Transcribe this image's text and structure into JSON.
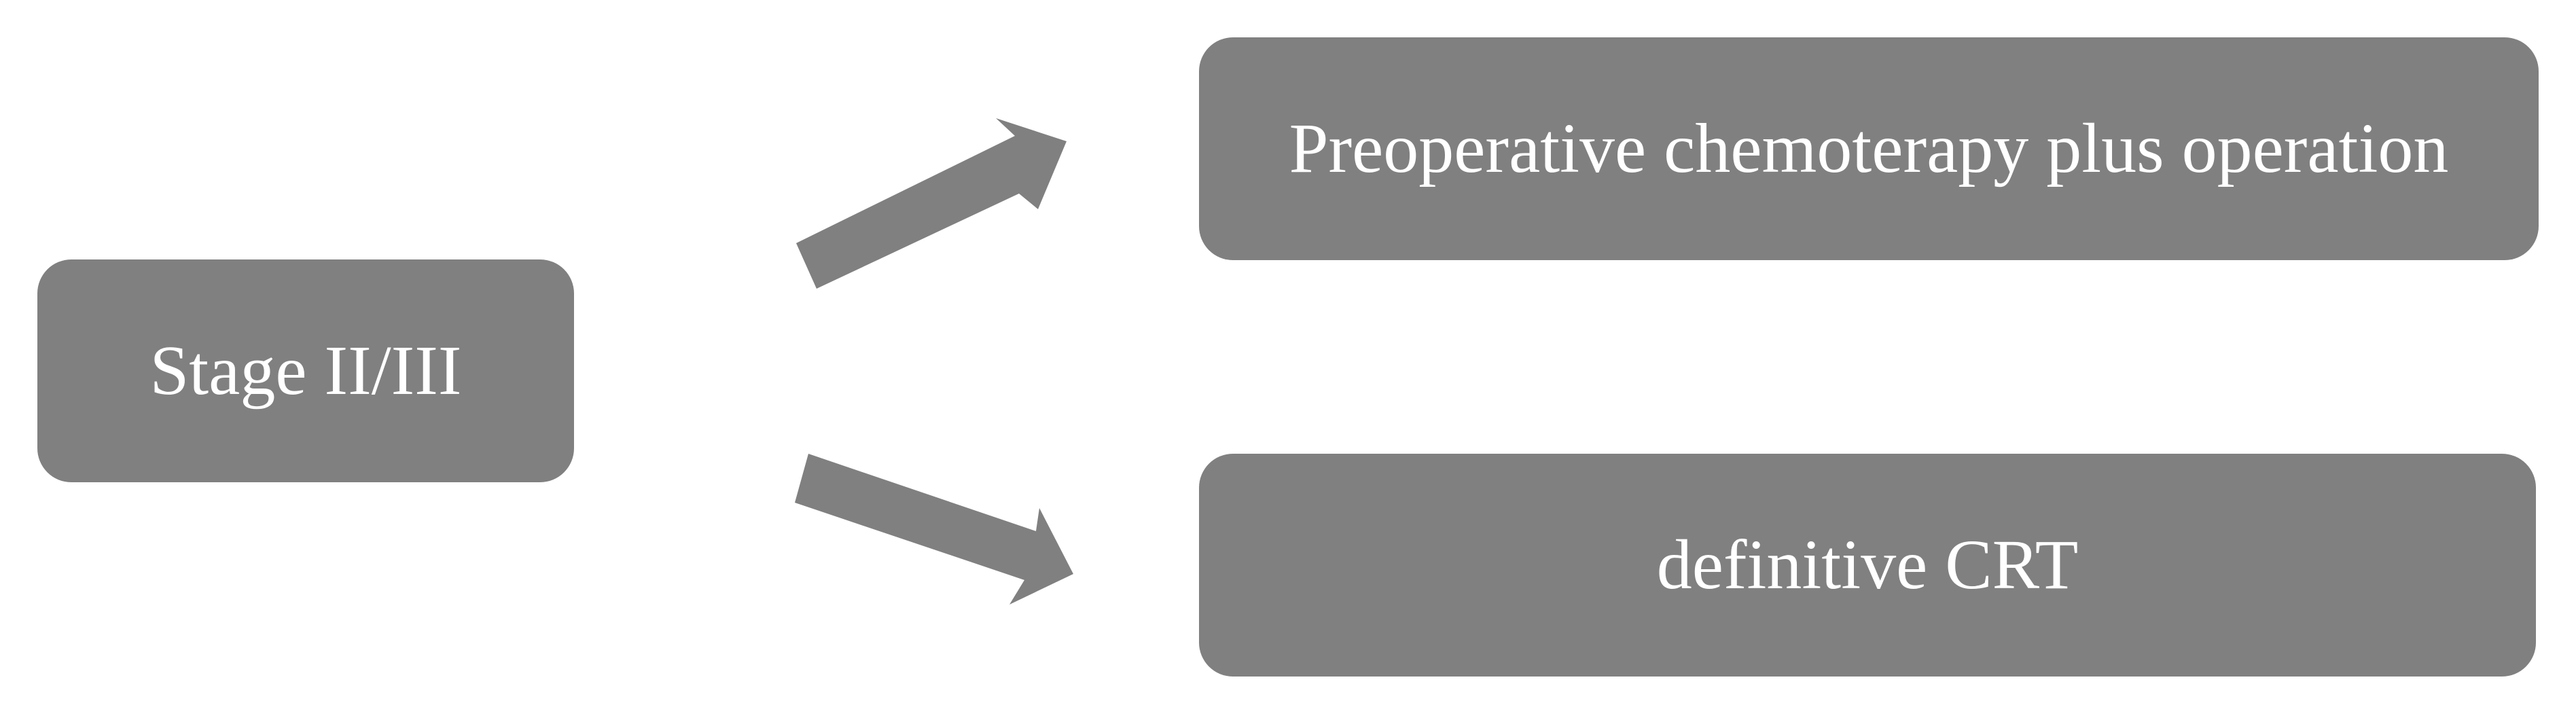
{
  "diagram": {
    "nodes": {
      "stage": {
        "label": "Stage II/III"
      },
      "preop": {
        "label": "Preoperative chemoterapy plus operation"
      },
      "crt": {
        "label": "definitive CRT"
      }
    },
    "edges": [
      {
        "from": "stage",
        "to": "preop"
      },
      {
        "from": "stage",
        "to": "crt"
      }
    ],
    "colors": {
      "box_fill": "#808080",
      "box_text": "#ffffff",
      "arrow_fill": "#808080",
      "background": "#ffffff"
    }
  }
}
